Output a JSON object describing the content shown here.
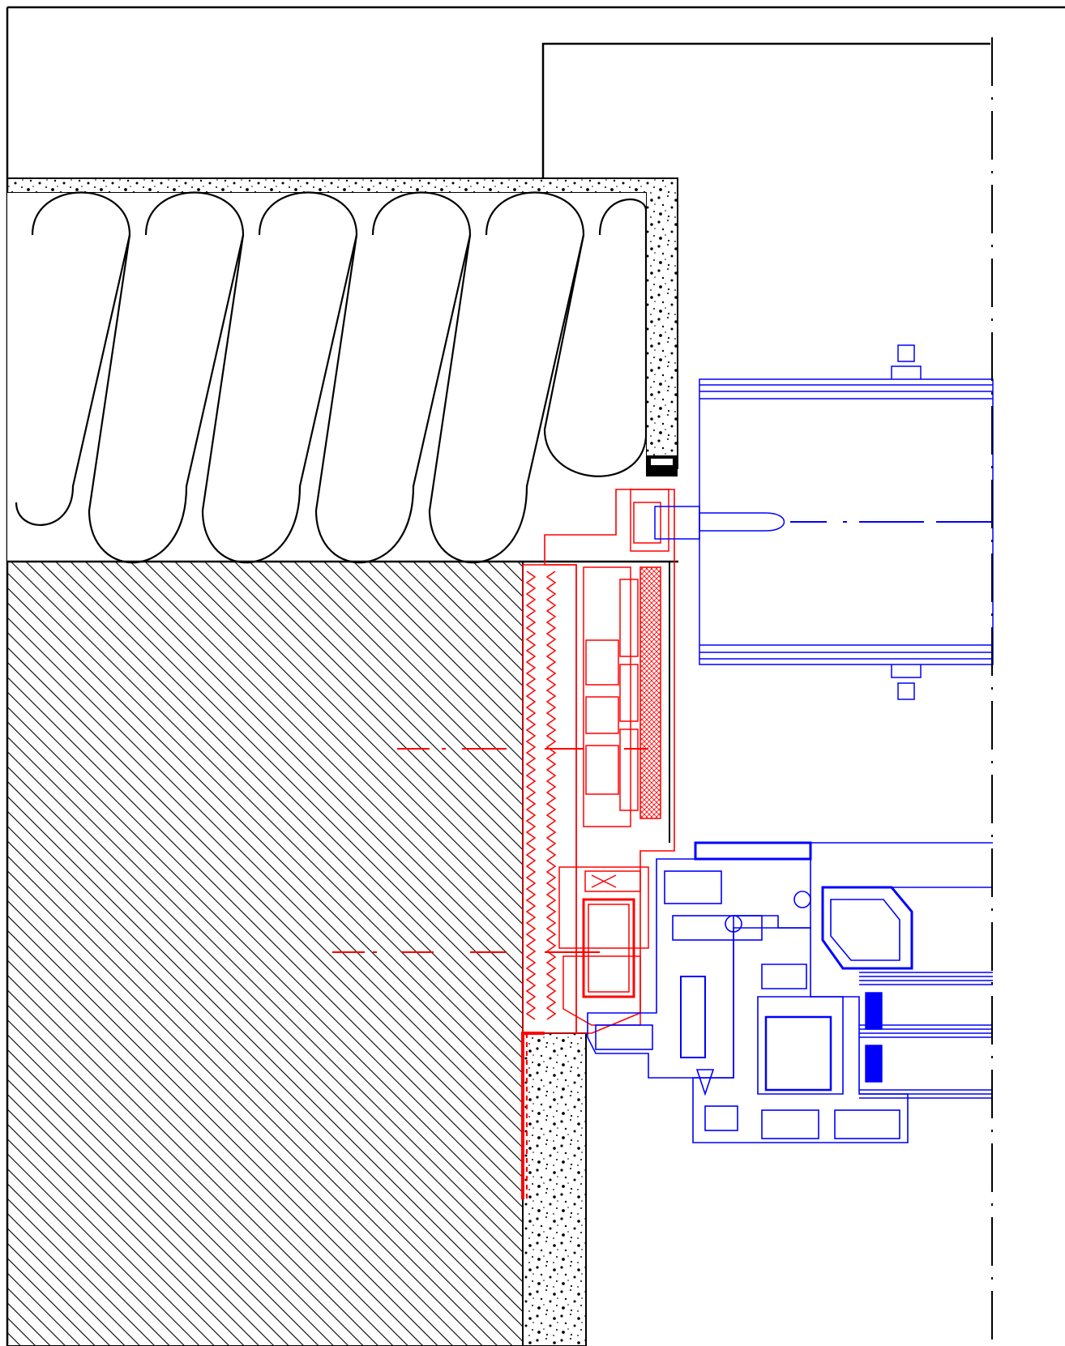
{
  "drawing": {
    "type": "architectural-section-detail",
    "text_labels": [],
    "colors": {
      "background": "#ffffff",
      "construction": "#000000",
      "installation_profile": "#ff0000",
      "window_and_shutter": "#0000ff"
    },
    "layers": [
      "outer-frame",
      "top-box",
      "render-layer",
      "insulation-batts",
      "masonry-wall-hatch",
      "reveal-render",
      "red-installation-profile",
      "red-centerlines",
      "blue-roller-shutter",
      "blue-window-frame",
      "blue-glazing",
      "axis-centerline"
    ]
  }
}
